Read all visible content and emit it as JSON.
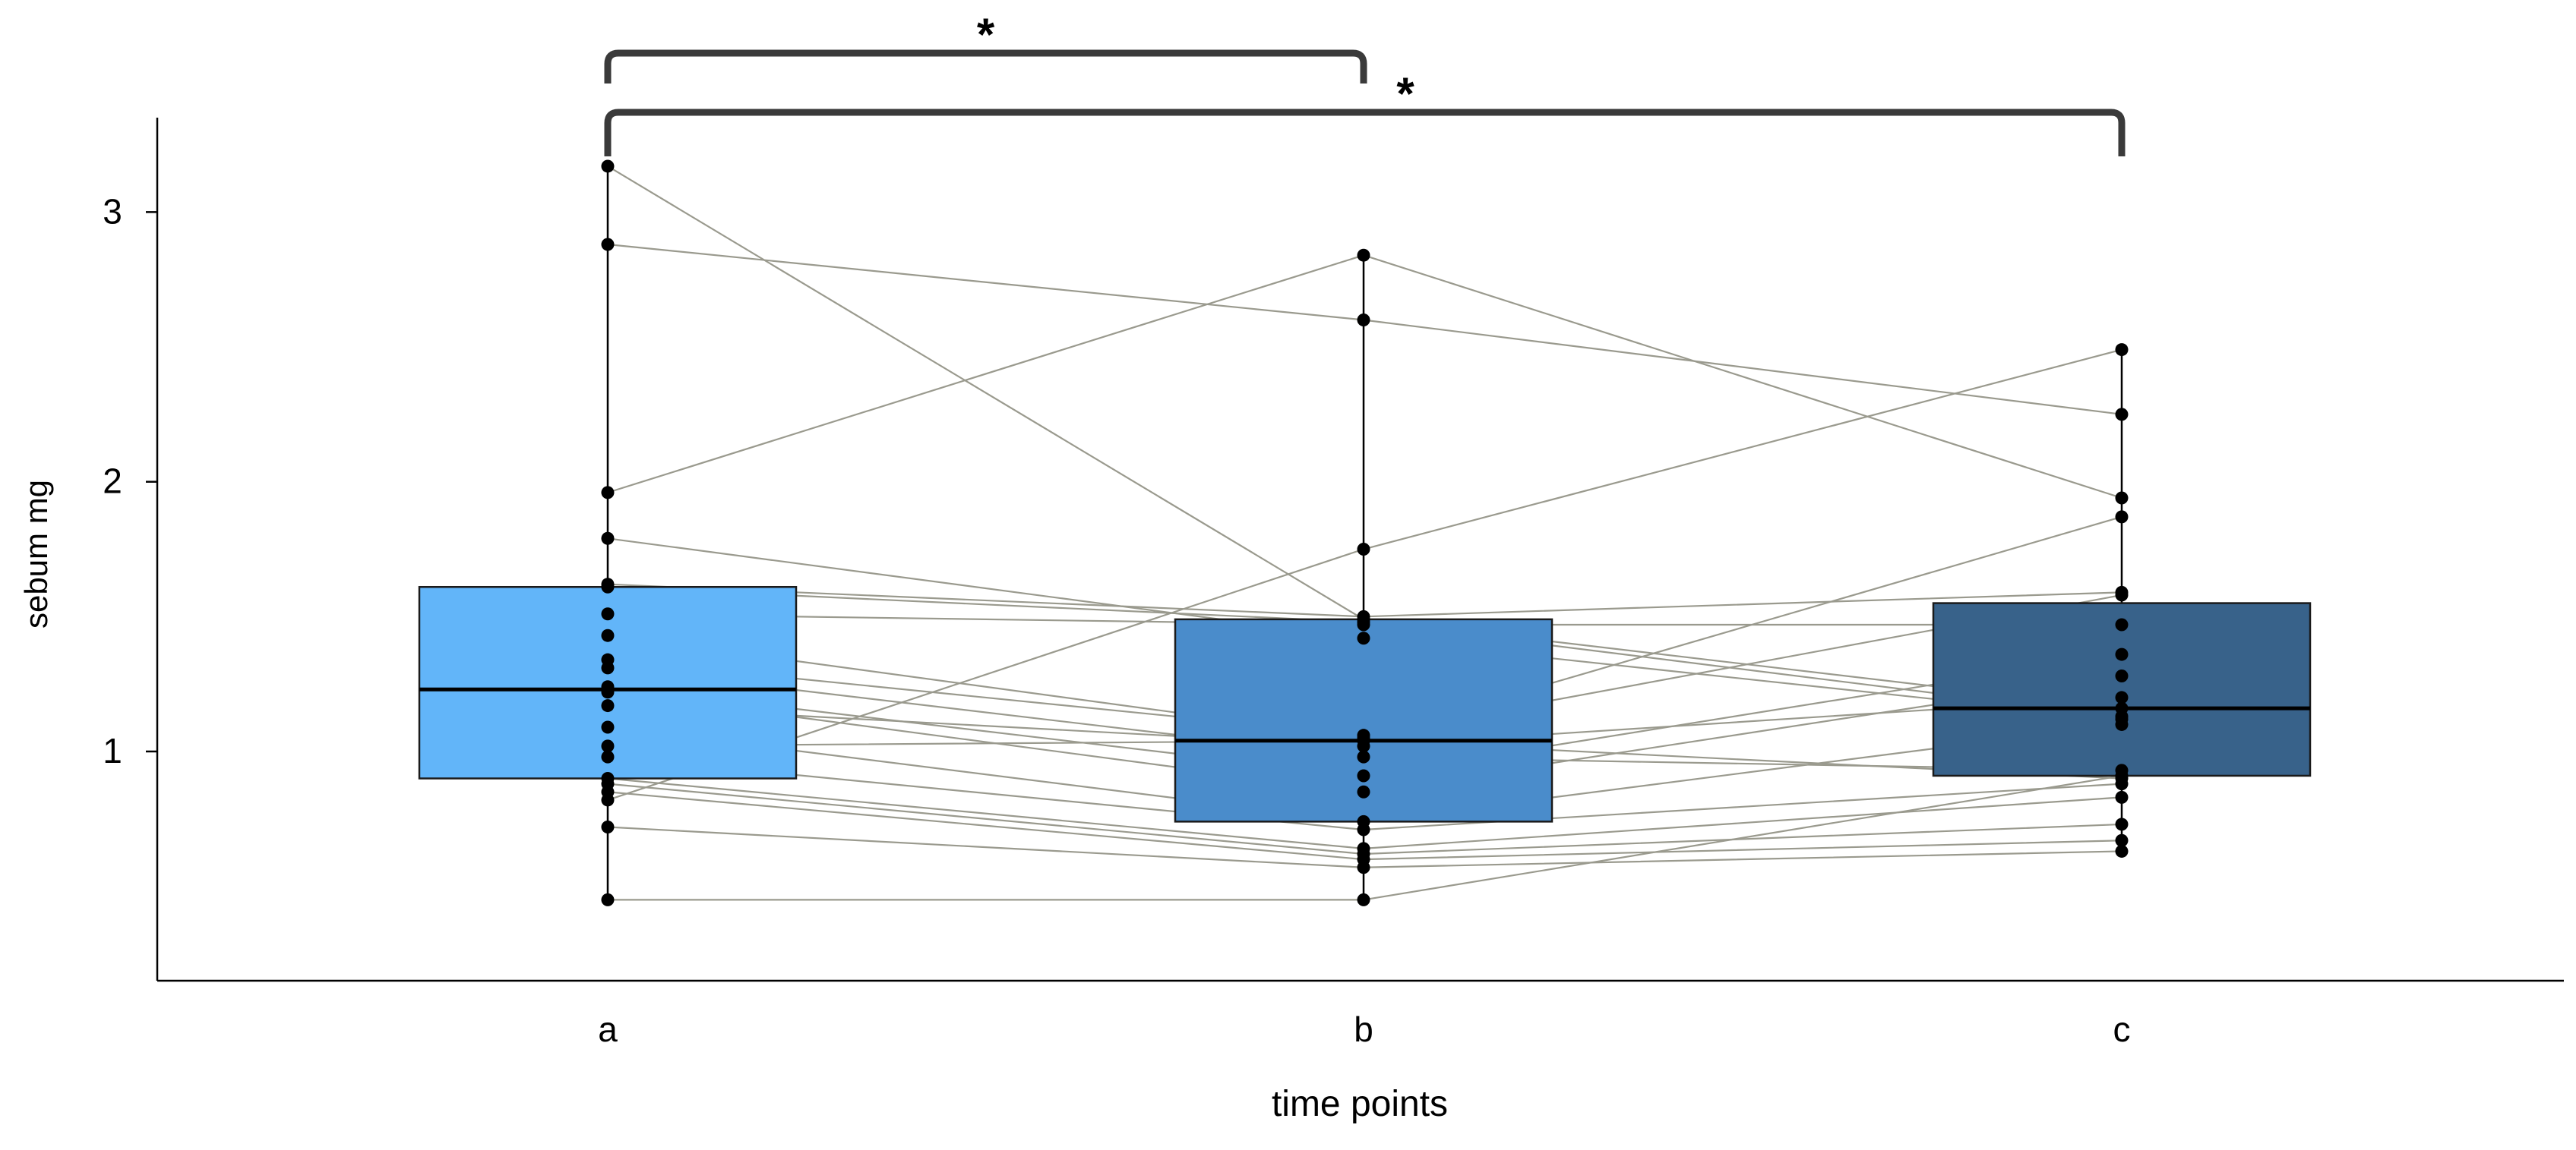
{
  "chart_data": {
    "type": "box",
    "title": "",
    "xlabel": "time points",
    "ylabel": "sebum mg",
    "ylim": [
      0.15,
      3.35
    ],
    "y_ticks": [
      1,
      2,
      3
    ],
    "y_tick_labels": [
      "1",
      "2",
      "3"
    ],
    "categories": [
      "a",
      "b",
      "c"
    ],
    "boxes": [
      {
        "category": "a",
        "q1": 0.9,
        "median": 1.23,
        "q3": 1.61,
        "whisker_low": 0.45,
        "whisker_high": 3.17,
        "color": "#62b5f9"
      },
      {
        "category": "b",
        "q1": 0.74,
        "median": 1.04,
        "q3": 1.49,
        "whisker_low": 0.45,
        "whisker_high": 2.84,
        "color": "#4a8ccb"
      },
      {
        "category": "c",
        "q1": 0.91,
        "median": 1.16,
        "q3": 1.55,
        "whisker_low": 0.63,
        "whisker_high": 2.49,
        "color": "#38628a"
      }
    ],
    "paired_series": [
      [
        3.17,
        1.49,
        1.16
      ],
      [
        2.88,
        2.6,
        2.25
      ],
      [
        1.96,
        2.84,
        1.94
      ],
      [
        0.82,
        1.75,
        2.49
      ],
      [
        1.79,
        1.42,
        1.12
      ],
      [
        1.62,
        1.5,
        1.59
      ],
      [
        1.61,
        1.48,
        1.13
      ],
      [
        1.51,
        1.47,
        1.47
      ],
      [
        1.43,
        1.05,
        1.87
      ],
      [
        1.34,
        1.06,
        1.58
      ],
      [
        1.31,
        0.98,
        0.93
      ],
      [
        1.24,
        0.91,
        1.36
      ],
      [
        1.22,
        0.85,
        1.28
      ],
      [
        1.17,
        1.02,
        1.2
      ],
      [
        1.09,
        0.74,
        1.1
      ],
      [
        1.02,
        1.04,
        0.9
      ],
      [
        0.98,
        0.71,
        0.88
      ],
      [
        0.9,
        0.64,
        0.83
      ],
      [
        0.88,
        0.62,
        0.73
      ],
      [
        0.85,
        0.6,
        0.67
      ],
      [
        0.72,
        0.57,
        0.63
      ],
      [
        0.45,
        0.45,
        0.91
      ]
    ],
    "significance": [
      {
        "from": "a",
        "to": "b",
        "label": "*"
      },
      {
        "from": "a",
        "to": "c",
        "label": "*"
      }
    ],
    "colors": {
      "axis": "#000000",
      "pair_line": "#9a9a8e",
      "point": "#000000",
      "bracket": "#3a3a3a",
      "median": "#000000"
    }
  }
}
